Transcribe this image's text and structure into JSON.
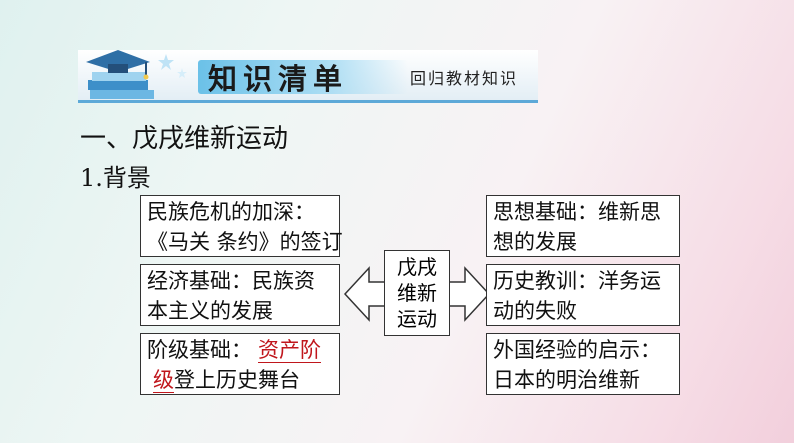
{
  "banner": {
    "title": "知识清单",
    "subtitle": "回归教材知识",
    "icon": "graduation-cap-books-icon"
  },
  "section_title": "一、戊戌维新运动",
  "sub_title": "1.背景",
  "center": {
    "line1": "戊戌",
    "line2": "维新",
    "line3": "运动"
  },
  "left_boxes": [
    {
      "line1": "民族危机的加深：",
      "line2": "《马关 条约》的签订"
    },
    {
      "line1": "经济基础：民族资",
      "line2": "本主义的发展"
    },
    {
      "line1_prefix": "阶级基础：",
      "answer_part1": "资产阶",
      "answer_part2": "级",
      "line2_suffix": "登上历史舞台"
    }
  ],
  "right_boxes": [
    {
      "line1": "思想基础：维新思",
      "line2": "想的发展"
    },
    {
      "line1": "历史教训：洋务运",
      "line2": "动的失败"
    },
    {
      "line1": "外国经验的启示：",
      "line2": "日本的明治维新"
    }
  ],
  "colors": {
    "answer": "#c0161c",
    "banner_accent": "#5da9d8"
  }
}
